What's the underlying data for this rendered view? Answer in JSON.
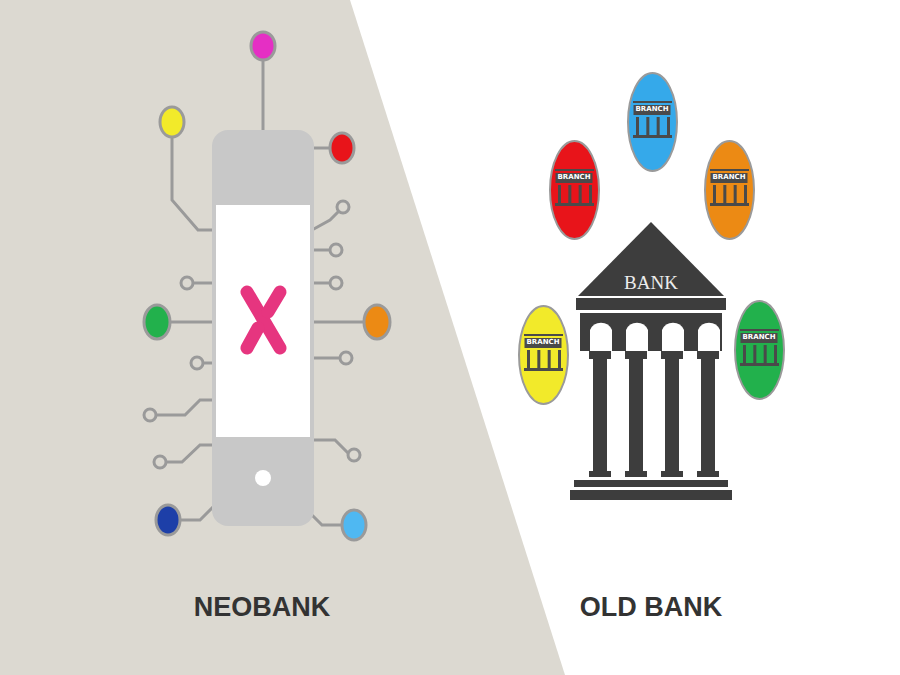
{
  "diagram": {
    "nodes": [
      {
        "text": [
          "BRANCH"
        ]
      },
      {
        "text": [
          "BRANCH"
        ]
      },
      {
        "text": [
          "BRANCH"
        ]
      },
      {
        "text": [
          "BANK"
        ]
      },
      {
        "text": [
          "BRANCH"
        ]
      },
      {
        "text": [
          "BRANCH"
        ]
      }
    ],
    "labels": [
      "NEOBANK",
      "OLD BANK"
    ]
  }
}
